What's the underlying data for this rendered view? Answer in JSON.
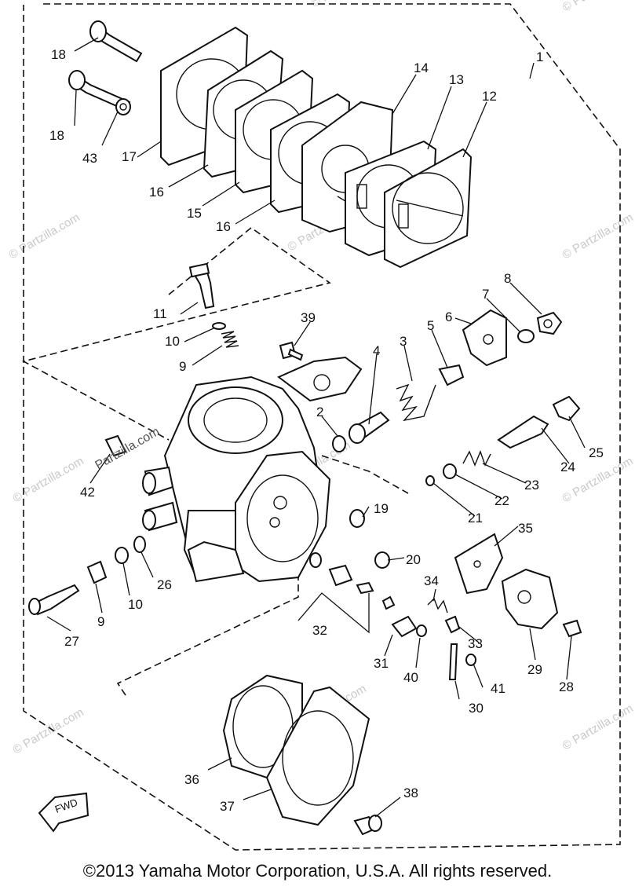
{
  "callouts": [
    "1",
    "2",
    "3",
    "4",
    "5",
    "6",
    "7",
    "8",
    "9",
    "9",
    "10",
    "10",
    "11",
    "12",
    "13",
    "14",
    "15",
    "16",
    "16",
    "17",
    "18",
    "18",
    "19",
    "20",
    "21",
    "22",
    "23",
    "24",
    "25",
    "26",
    "27",
    "28",
    "29",
    "30",
    "31",
    "32",
    "33",
    "34",
    "35",
    "36",
    "37",
    "38",
    "39",
    "40",
    "41",
    "42",
    "43"
  ],
  "watermark": "© Partzilla.com",
  "watermark_embedded": "Partzilla.com",
  "fwd_label": "FWD",
  "copyright": "©2013  Yamaha Motor Corporation, U.S.A. All rights reserved."
}
